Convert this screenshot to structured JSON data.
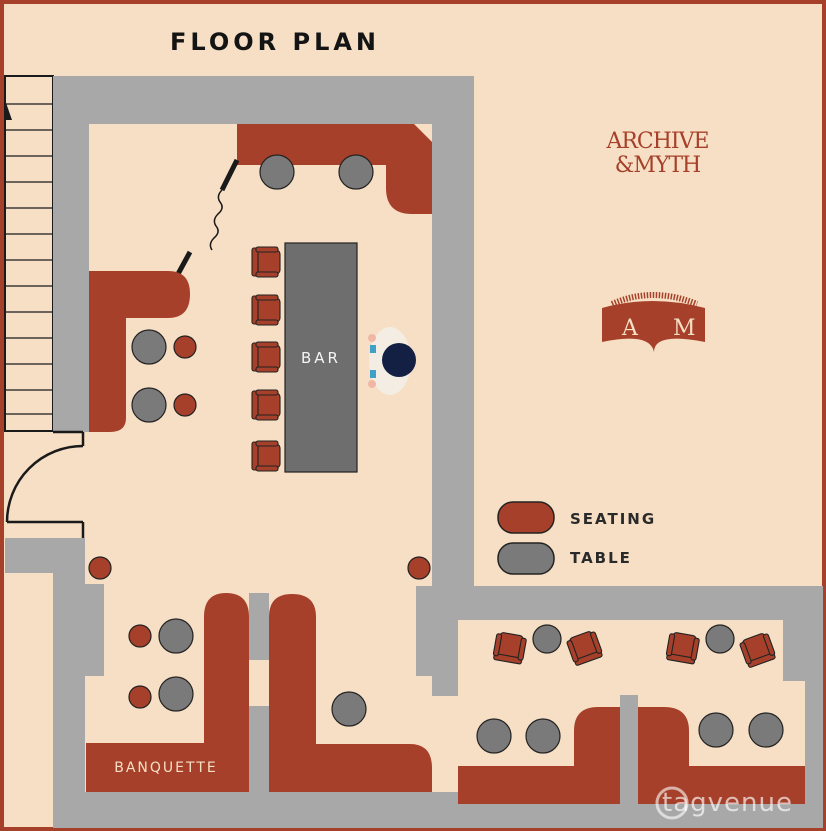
{
  "title": "FLOOR PLAN",
  "bar_label": "BAR",
  "banquette_label": "BANQUETTE",
  "legend": {
    "seating_label": "SEATING",
    "table_label": "TABLE"
  },
  "logo": {
    "line1": "ARCHIVE",
    "line2": "&MYTH",
    "book_letter_left": "A",
    "book_letter_right": "M"
  },
  "watermark": "tagvenue",
  "colors": {
    "floor": "#f6dfc4",
    "wall": "#a8a8a8",
    "seating": "#a6402a",
    "table": "#7a7a7a",
    "bar": "#6e6e6e",
    "frame": "#a6402a"
  }
}
